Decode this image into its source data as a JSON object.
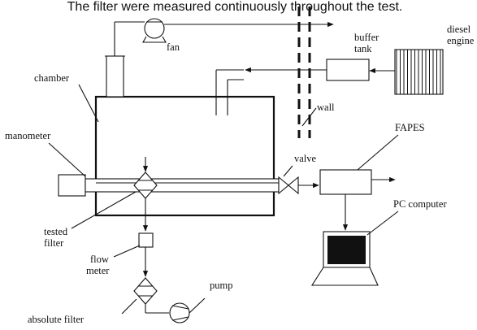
{
  "caption": "The filter were measured continuously throughout the test.",
  "labels": {
    "fan": "fan",
    "diesel_engine": [
      "diesel",
      "engine"
    ],
    "buffer_tank": [
      "buffer",
      "tank"
    ],
    "chamber": "chamber",
    "wall": "wall",
    "manometer": "manometer",
    "valve": "valve",
    "fapes": "FAPES",
    "pc_computer": "PC computer",
    "tested_filter": [
      "tested",
      "filter"
    ],
    "flow_meter": [
      "flow",
      "meter"
    ],
    "pump": "pump",
    "absolute_filter": "absolute filter"
  }
}
